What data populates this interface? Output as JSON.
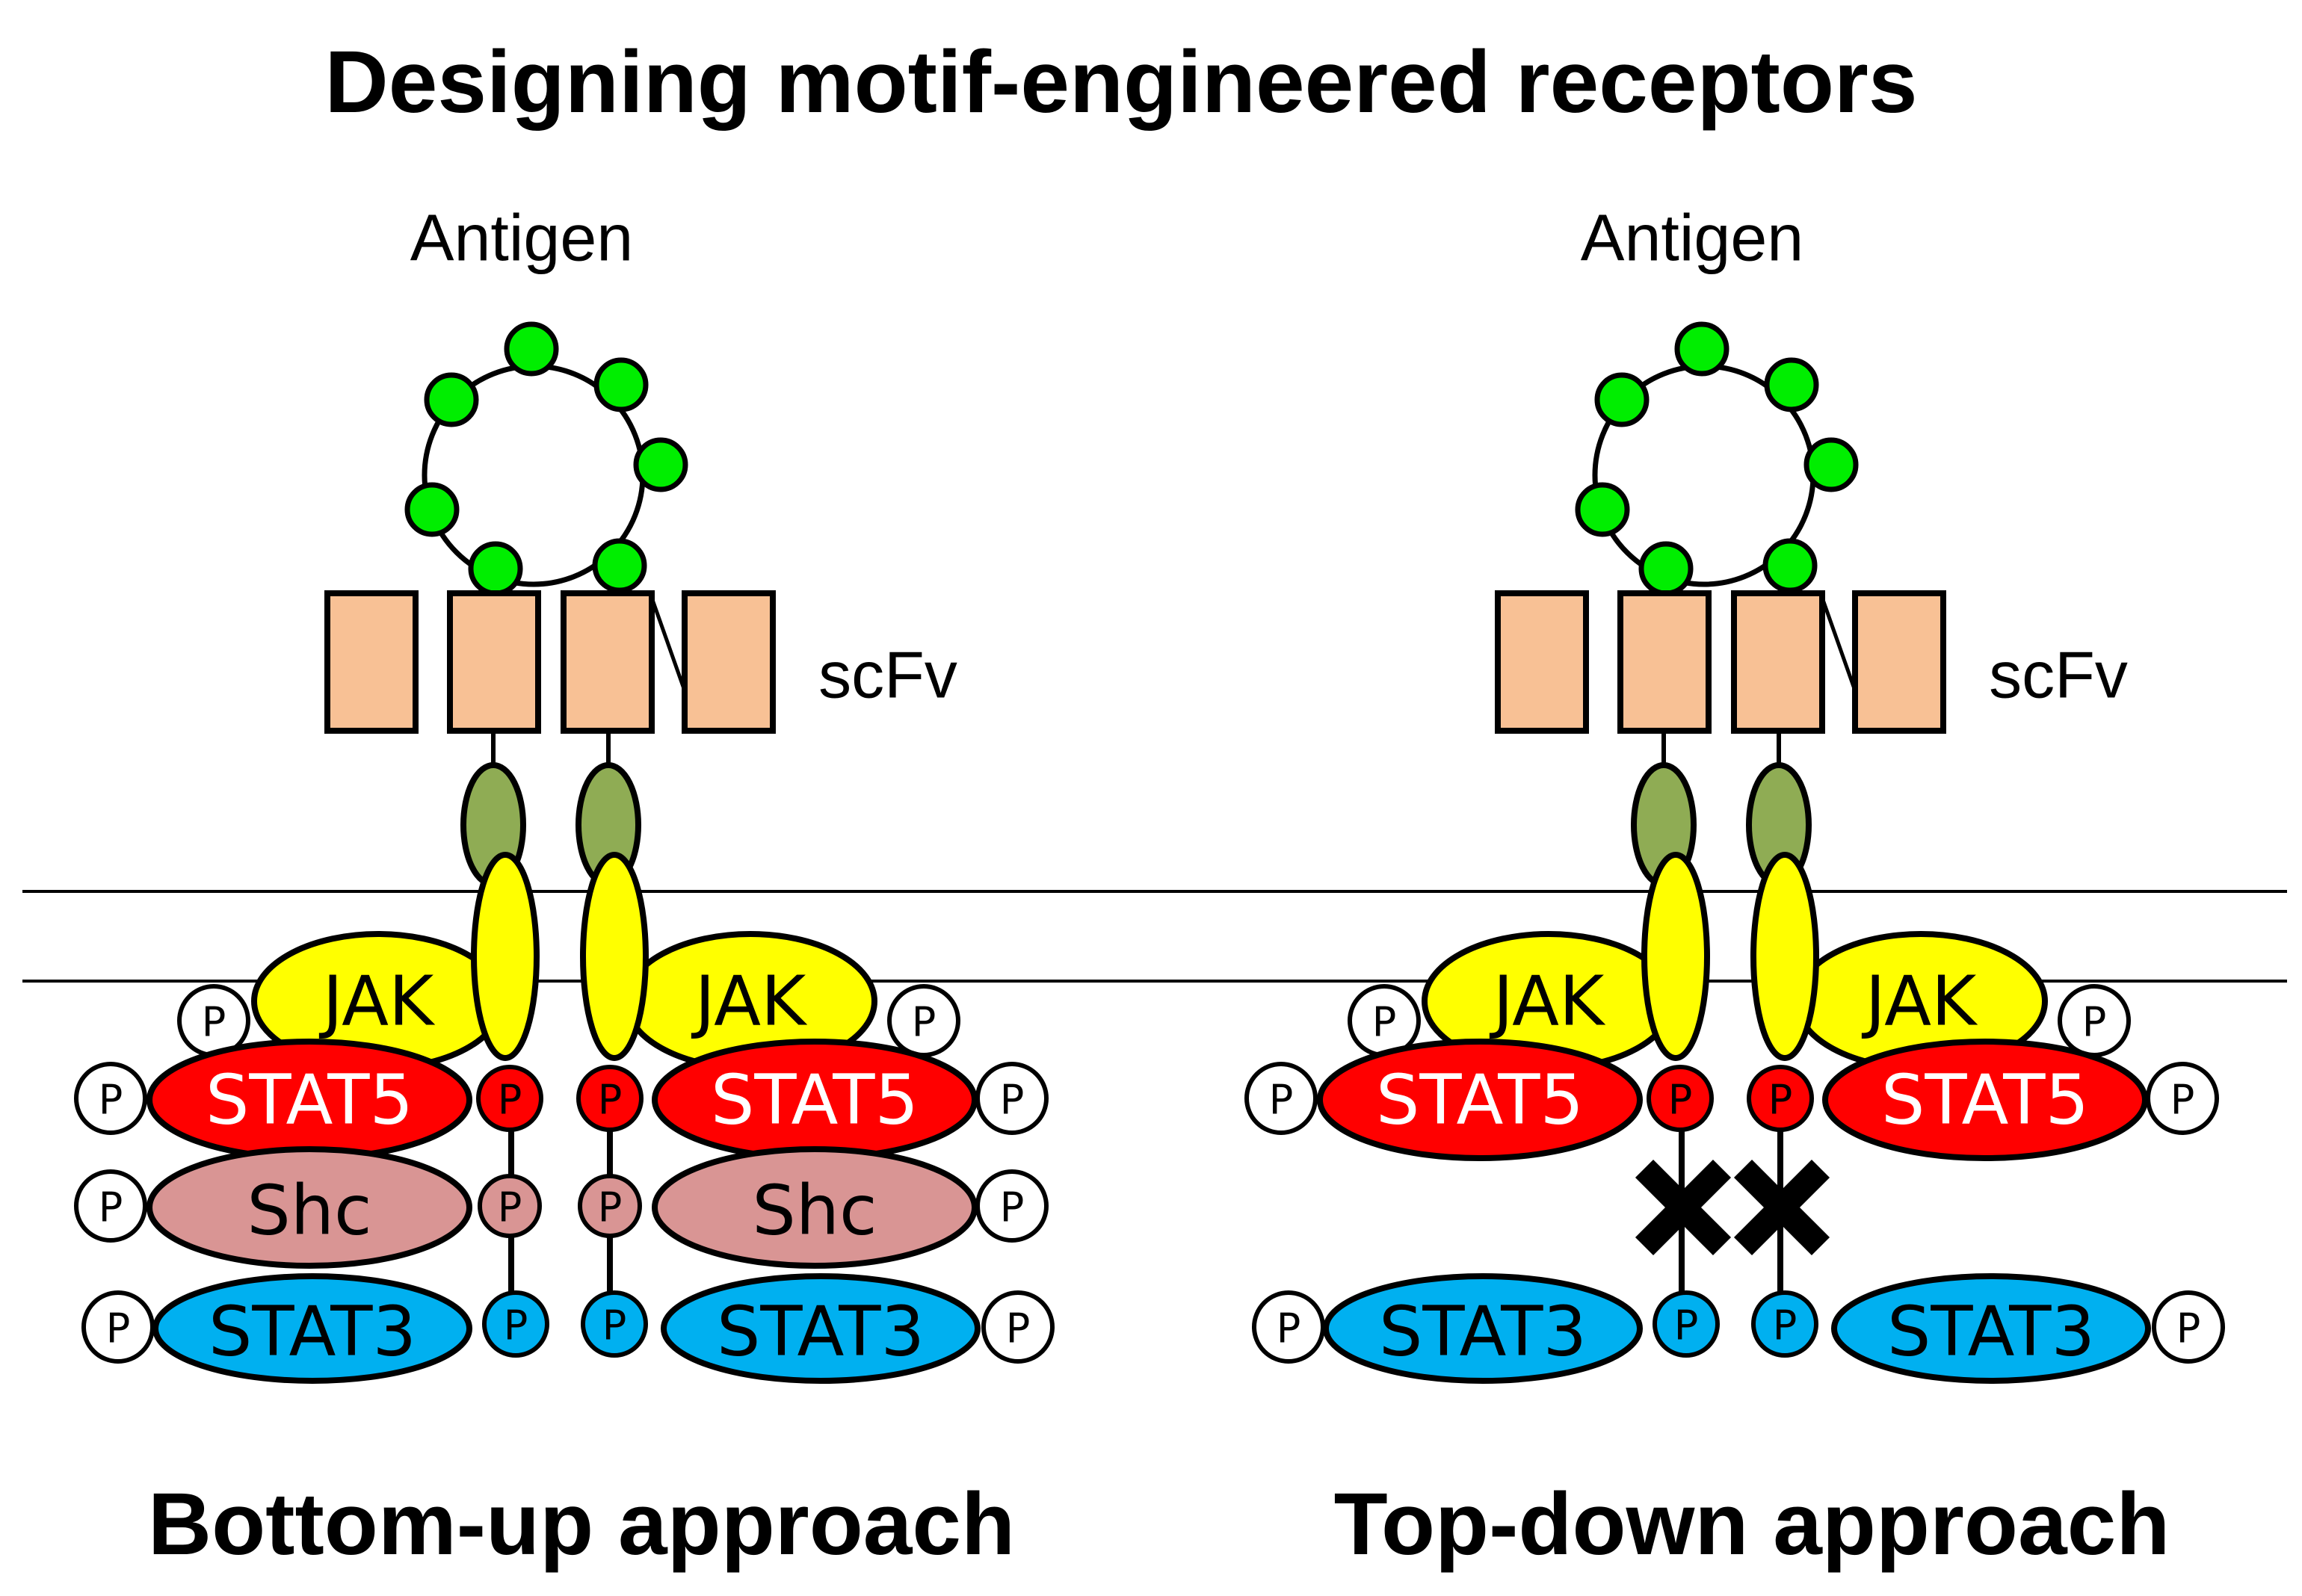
{
  "title": "Designing motif-engineered receptors",
  "colors": {
    "antigen_bead": "#00ee00",
    "scfv": "#f8c195",
    "hinge": "#8fac54",
    "transmembrane": "#ffff00",
    "jak": "#ffff00",
    "stat5": "#ff0000",
    "shc": "#d99594",
    "stat3": "#00b0f0",
    "phospho_neutral": "#ffffff",
    "text_dark": "#000000",
    "text_light": "#ffffff"
  },
  "panels": [
    {
      "key": "bottom_up",
      "antigen_label": "Antigen",
      "scfv_label": "scFv",
      "caption": "Bottom-up approach",
      "molecules": {
        "jak": "JAK",
        "stat5": "STAT5",
        "shc": "Shc",
        "stat3": "STAT3"
      },
      "phospho": "P",
      "shc_recruited": true,
      "blocked_sites": false
    },
    {
      "key": "top_down",
      "antigen_label": "Antigen",
      "scfv_label": "scFv",
      "caption": "Top-down approach",
      "molecules": {
        "jak": "JAK",
        "stat5": "STAT5",
        "stat3": "STAT3"
      },
      "phospho": "P",
      "shc_recruited": false,
      "blocked_sites": true
    }
  ]
}
